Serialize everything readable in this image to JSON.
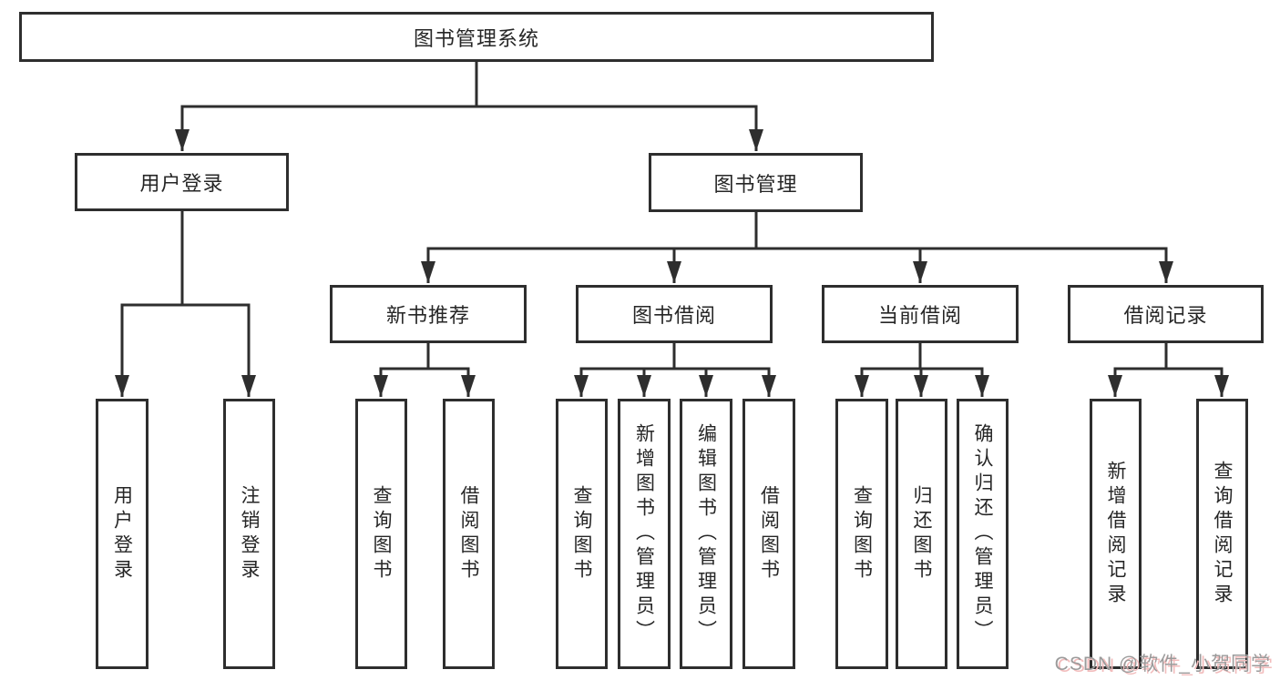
{
  "diagram": {
    "watermark": "CSDN @软件_小贺同学",
    "colors": {
      "line": "#2e2e2e",
      "text": "#262626",
      "background": "#ffffff",
      "watermark_text": "#9b9b9b",
      "watermark_shadow": "#f2bcbc"
    },
    "nodes": {
      "root": {
        "label": "图书管理系统"
      },
      "user_login": {
        "label": "用户登录"
      },
      "book_mgmt": {
        "label": "图书管理"
      },
      "user_login_action": {
        "label": "用户登录"
      },
      "logout_action": {
        "label": "注销登录"
      },
      "new_book_rec": {
        "label": "新书推荐"
      },
      "book_borrow": {
        "label": "图书借阅"
      },
      "current_borrow": {
        "label": "当前借阅"
      },
      "borrow_records": {
        "label": "借阅记录"
      },
      "rec_query_books": {
        "label": "查询图书"
      },
      "rec_borrow_books": {
        "label": "借阅图书"
      },
      "bb_query_books": {
        "label": "查询图书"
      },
      "bb_add_books": {
        "label": "新增图书（管理员）"
      },
      "bb_edit_books": {
        "label": "编辑图书（管理员）"
      },
      "bb_borrow_books": {
        "label": "借阅图书"
      },
      "cb_query_books": {
        "label": "查询图书"
      },
      "cb_return_books": {
        "label": "归还图书"
      },
      "cb_confirm_return": {
        "label": "确认归还（管理员）"
      },
      "br_add_record": {
        "label": "新增借阅记录"
      },
      "br_query_record": {
        "label": "查询借阅记录"
      }
    },
    "tree": {
      "root": [
        "user_login",
        "book_mgmt"
      ],
      "user_login": [
        "user_login_action",
        "logout_action"
      ],
      "book_mgmt": [
        "new_book_rec",
        "book_borrow",
        "current_borrow",
        "borrow_records"
      ],
      "new_book_rec": [
        "rec_query_books",
        "rec_borrow_books"
      ],
      "book_borrow": [
        "bb_query_books",
        "bb_add_books",
        "bb_edit_books",
        "bb_borrow_books"
      ],
      "current_borrow": [
        "cb_query_books",
        "cb_return_books",
        "cb_confirm_return"
      ],
      "borrow_records": [
        "br_add_record",
        "br_query_record"
      ]
    }
  }
}
